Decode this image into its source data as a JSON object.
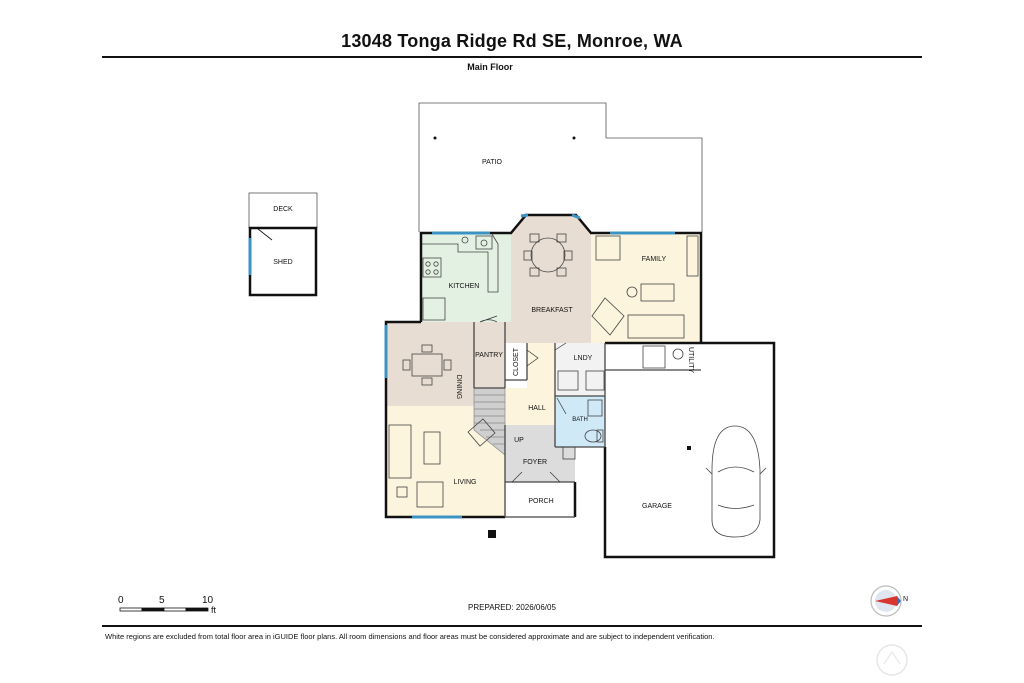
{
  "header": {
    "address": "13048 Tonga Ridge Rd SE, Monroe, WA",
    "floor": "Main Floor"
  },
  "rooms": {
    "patio": "PATIO",
    "deck": "DECK",
    "shed": "SHED",
    "kitchen": "KITCHEN",
    "breakfast": "BREAKFAST",
    "family": "FAMILY",
    "pantry": "PANTRY",
    "closet": "CLOSET",
    "lndy": "LNDY",
    "utility": "UTILITY",
    "dining": "DINING",
    "hall": "HALL",
    "bath": "BATH",
    "up": "UP",
    "foyer": "FOYER",
    "living": "LIVING",
    "porch": "PORCH",
    "garage": "GARAGE"
  },
  "scale": {
    "zero": "0",
    "five": "5",
    "ten": "10",
    "unit": "ft"
  },
  "footer": {
    "prepared": "PREPARED: 2026/06/05",
    "disclaimer": "White regions are excluded from total floor area in iGUIDE floor plans. All room dimensions and floor areas must be considered approximate and are subject to independent verification.",
    "compass_label": "N"
  },
  "colors": {
    "kitchen": "#e3f1e3",
    "breakfast": "#e8ddd2",
    "family": "#fcf4dc",
    "dining": "#e8ddd2",
    "living": "#fcf4dc",
    "hall": "#fcf4dc",
    "foyer": "#dcdcdc",
    "bath": "#cfe9f7",
    "window": "#3b93c4",
    "wall": "#111111"
  }
}
